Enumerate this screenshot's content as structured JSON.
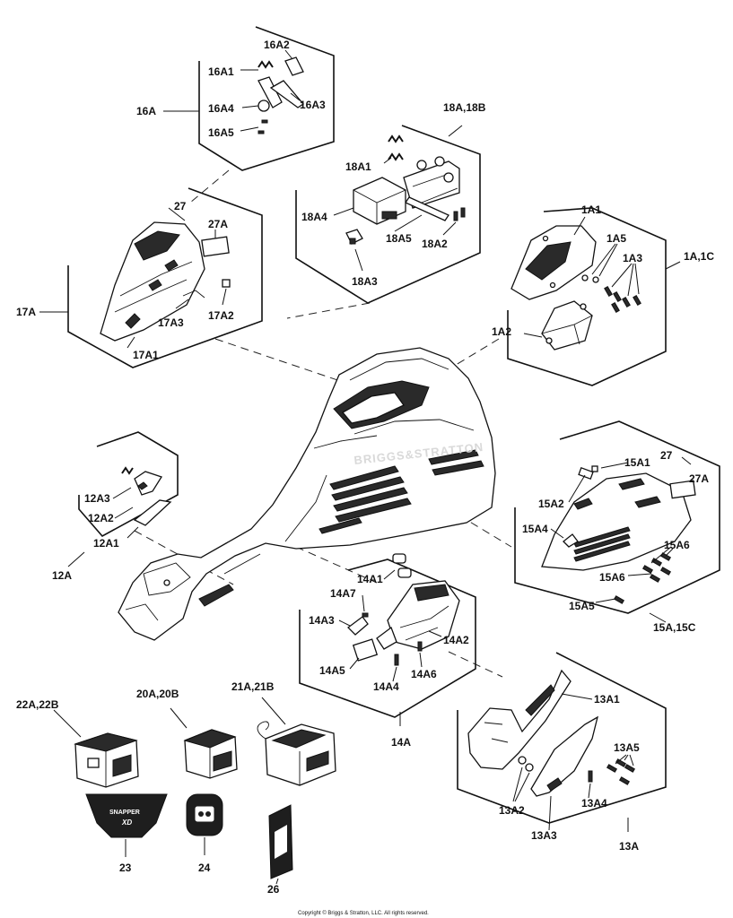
{
  "labels": {
    "l16A2": "16A2",
    "l16A1": "16A1",
    "l16A4": "16A4",
    "l16A3": "16A3",
    "l16A5": "16A5",
    "l16A": "16A",
    "l18A18B": "18A,18B",
    "l18A1": "18A1",
    "l18A4": "18A4",
    "l18A5": "18A5",
    "l18A2": "18A2",
    "l18A3": "18A3",
    "l27a": "27",
    "l27Aa": "27A",
    "l17A": "17A",
    "l17A3": "17A3",
    "l17A2": "17A2",
    "l17A1": "17A1",
    "l1A1": "1A1",
    "l1A5": "1A5",
    "l1A3": "1A3",
    "l1A1C": "1A,1C",
    "l1A2": "1A2",
    "l27b": "27",
    "l27Ab": "27A",
    "l15A1": "15A1",
    "l15A2": "15A2",
    "l15A4": "15A4",
    "l15A6a": "15A6",
    "l15A6b": "15A6",
    "l15A5": "15A5",
    "l15A15C": "15A,15C",
    "l12A3": "12A3",
    "l12A2": "12A2",
    "l12A1": "12A1",
    "l12A": "12A",
    "l14A1": "14A1",
    "l14A7": "14A7",
    "l14A3": "14A3",
    "l14A2": "14A2",
    "l14A5": "14A5",
    "l14A4": "14A4",
    "l14A6": "14A6",
    "l14A": "14A",
    "l13A1": "13A1",
    "l13A5": "13A5",
    "l13A4": "13A4",
    "l13A2": "13A2",
    "l13A3": "13A3",
    "l13A": "13A",
    "l22A22B": "22A,22B",
    "l20A20B": "20A,20B",
    "l21A21B": "21A,21B",
    "l23": "23",
    "l24": "24",
    "l26": "26"
  },
  "watermark": "BRIGGS&STRATTON",
  "badge_text": "SNAPPER",
  "badge_sub": "XD",
  "copyright": "Copyright © Briggs & Stratton, LLC. All rights reserved.",
  "icons": [
    "battery-icon",
    "charger-icon",
    "badge-icon",
    "button-panel-icon",
    "label-strip-icon"
  ]
}
